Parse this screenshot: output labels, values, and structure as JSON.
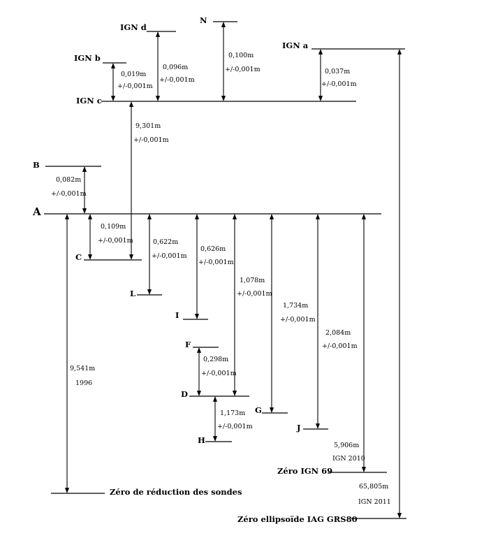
{
  "levels": {
    "ign_d": "IGN d",
    "n": "N",
    "ign_a": "IGN a",
    "ign_b": "IGN b",
    "ign_c": "IGN c",
    "b": "B",
    "a": "A",
    "c": "C",
    "l": "L",
    "i": "I",
    "f": "F",
    "d": "D",
    "h": "H",
    "g": "G",
    "j": "J",
    "zero_ign69": "Zéro IGN 69",
    "zero_sondes": "Zéro de réduction des sondes",
    "zero_ellipsoide": "Zéro ellipsoïde IAG GRS80"
  },
  "measurements": {
    "b_c": {
      "value": "0,019m",
      "tol": "+/-0,001m"
    },
    "c_d": {
      "value": "0,096m",
      "tol": "+/-0,001m"
    },
    "c_n": {
      "value": "0,100m",
      "tol": "+/-0,001m"
    },
    "c_a": {
      "value": "0,037m",
      "tol": "+/-0,001m"
    },
    "a_cign": {
      "value": "9,301m",
      "tol": "+/-0,001m"
    },
    "a_b": {
      "value": "0,082m",
      "tol": "+/-0,001m"
    },
    "a_c": {
      "value": "0,109m",
      "tol": "+/-0,001m"
    },
    "a_l": {
      "value": "0,622m",
      "tol": "+/-0,001m"
    },
    "a_i": {
      "value": "0,626m",
      "tol": "+/-0,001m"
    },
    "a_d": {
      "value": "1,078m",
      "tol": "+/-0,001m"
    },
    "a_g": {
      "value": "1,734m",
      "tol": "+/-0,001m"
    },
    "a_j": {
      "value": "2,084m",
      "tol": "+/-0,001m"
    },
    "f_d": {
      "value": "0,298m",
      "tol": "+/-0,001m"
    },
    "d_h": {
      "value": "1,173m",
      "tol": "+/-0,001m"
    },
    "a_sondes": {
      "value": "9,541m",
      "tol": "1996"
    },
    "a_ign69": {
      "value": "5,906m",
      "tol": "IGN 2010"
    },
    "a_ellipsoide": {
      "value": "65,805m",
      "tol": "IGN 2011"
    }
  }
}
